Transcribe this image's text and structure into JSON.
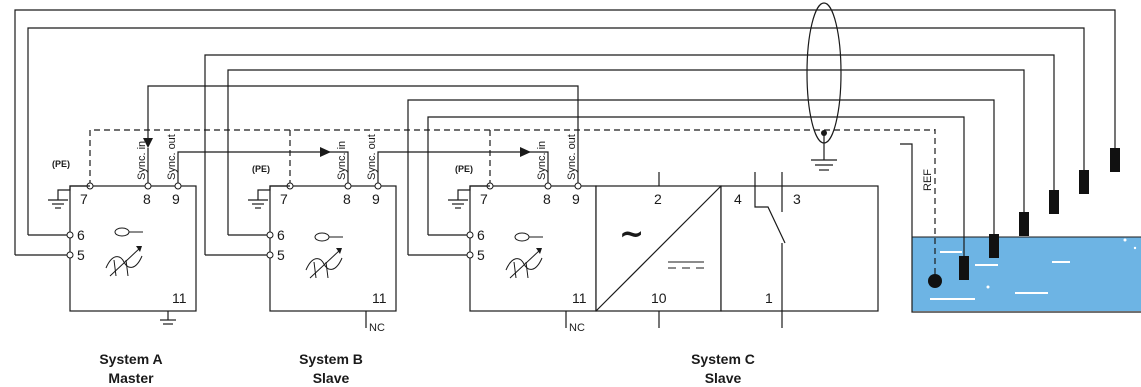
{
  "systems": [
    {
      "name": "System A",
      "role": "Master"
    },
    {
      "name": "System B",
      "role": "Slave"
    },
    {
      "name": "System C",
      "role": "Slave"
    }
  ],
  "terminals": {
    "t5": "5",
    "t6": "6",
    "t7": "7",
    "t8": "8",
    "t9": "9",
    "t11": "11",
    "t2": "2",
    "t10": "10",
    "t4": "4",
    "t3": "3",
    "t1": "1"
  },
  "labels": {
    "sync_in": "Sync. in",
    "sync_out": "Sync. out",
    "pe": "(PE)",
    "nc": "NC",
    "ref": "REF",
    "ac_symbol": "~"
  },
  "colors": {
    "liquid": "#6db4e4",
    "line": "#1a1a1a"
  }
}
